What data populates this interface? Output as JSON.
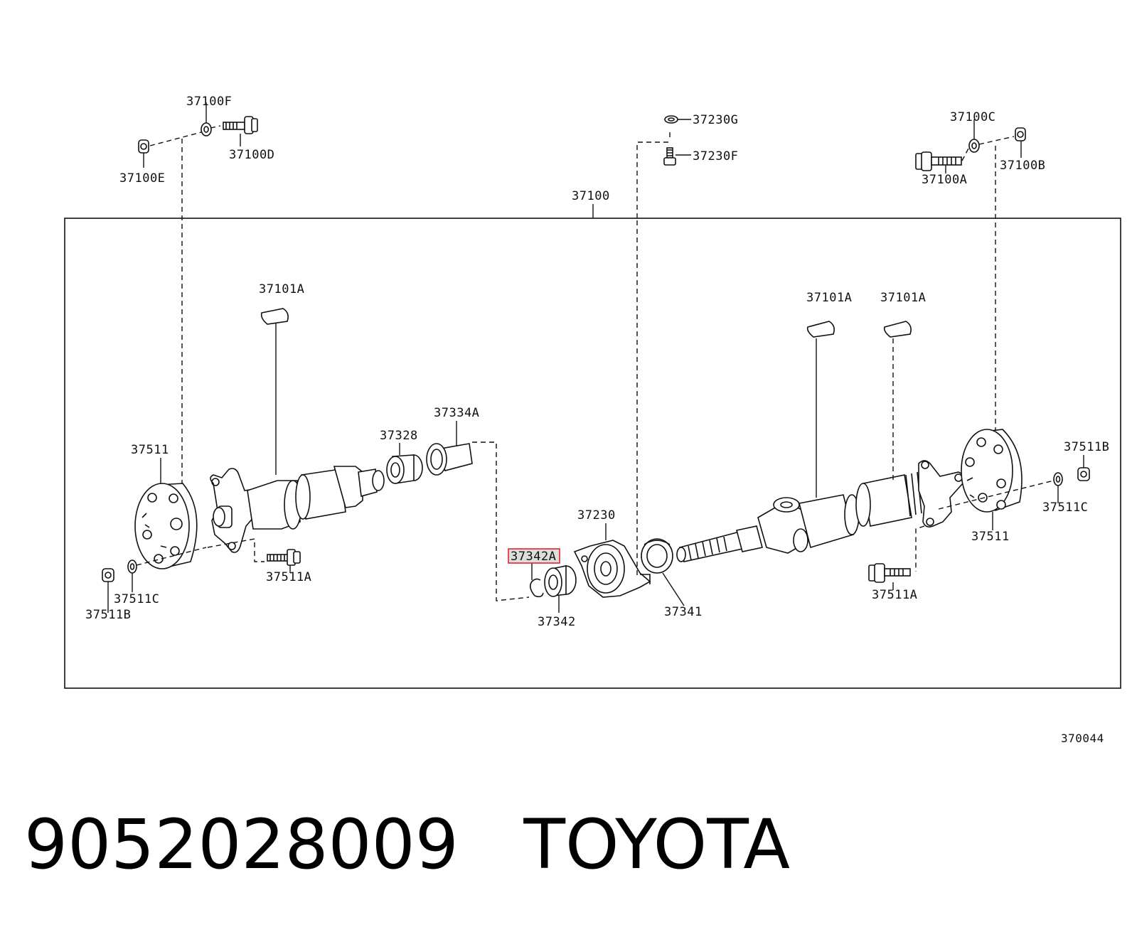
{
  "callouts": {
    "c37100F": "37100F",
    "c37100D": "37100D",
    "c37100E": "37100E",
    "c37230G": "37230G",
    "c37230F": "37230F",
    "c37100C": "37100C",
    "c37100A": "37100A",
    "c37100B": "37100B",
    "c37100": "37100",
    "c37101A_left": "37101A",
    "c37101A_mid": "37101A",
    "c37101A_right": "37101A",
    "c37511_left": "37511",
    "c37511_right": "37511",
    "c37328": "37328",
    "c37334A": "37334A",
    "c37230": "37230",
    "c37342A": "37342A",
    "c37342": "37342",
    "c37341": "37341",
    "c37511A_left": "37511A",
    "c37511A_right": "37511A",
    "c37511B_left": "37511B",
    "c37511B_right": "37511B",
    "c37511C_left": "37511C",
    "c37511C_right": "37511C"
  },
  "diagram_id": "370044",
  "part_number": "9052028009",
  "brand": "TOYOTA",
  "highlight_color": "#e0262c"
}
